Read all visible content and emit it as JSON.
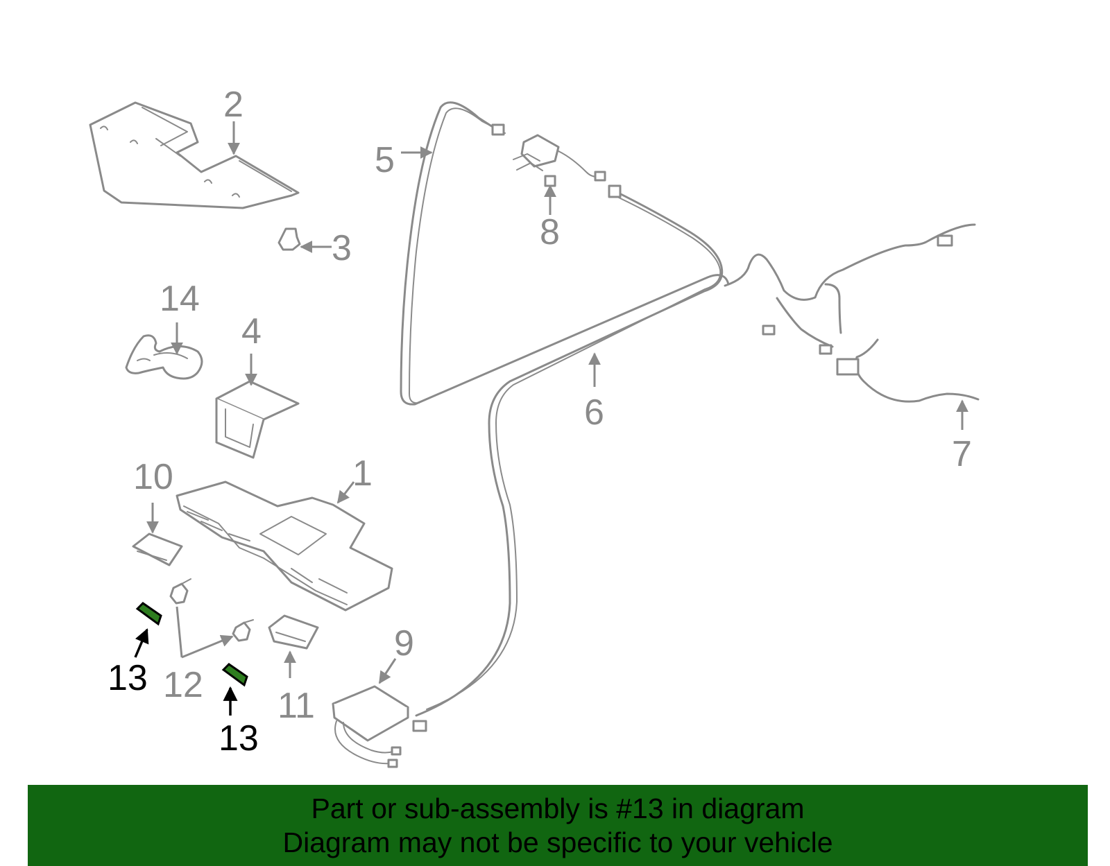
{
  "diagram": {
    "callouts": {
      "c1": "1",
      "c2": "2",
      "c3": "3",
      "c4": "4",
      "c5": "5",
      "c6": "6",
      "c7": "7",
      "c8": "8",
      "c9": "9",
      "c10": "10",
      "c11": "11",
      "c12": "12",
      "c13a": "13",
      "c13b": "13",
      "c14": "14"
    },
    "highlighted_part": "13",
    "colors": {
      "part_lines": "#8a8a8a",
      "highlight_fill": "#2e7d1f",
      "banner_background": "#116611",
      "highlight_text": "#000000"
    }
  },
  "banner": {
    "line1": "Part or sub-assembly is #13 in diagram",
    "line2": "Diagram may not be specific to your vehicle"
  }
}
